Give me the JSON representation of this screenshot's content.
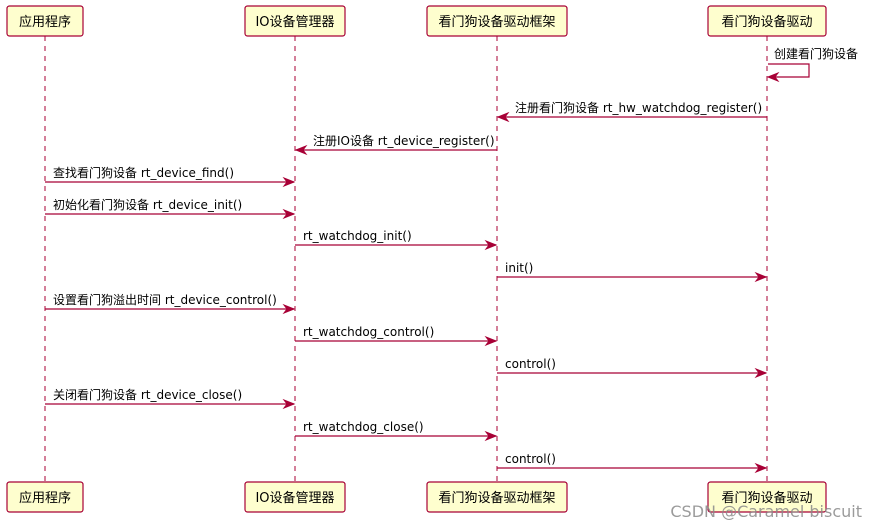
{
  "participants": [
    {
      "name": "应用程序"
    },
    {
      "name": "IO设备管理器"
    },
    {
      "name": "看门狗设备驱动框架"
    },
    {
      "name": "看门狗设备驱动"
    }
  ],
  "messages": [
    {
      "from": 3,
      "to": 3,
      "label": "创建看门狗设备"
    },
    {
      "from": 3,
      "to": 2,
      "label": "注册看门狗设备 rt_hw_watchdog_register()"
    },
    {
      "from": 2,
      "to": 1,
      "label": "注册IO设备 rt_device_register()"
    },
    {
      "from": 0,
      "to": 1,
      "label": "查找看门狗设备 rt_device_find()"
    },
    {
      "from": 0,
      "to": 1,
      "label": "初始化看门狗设备 rt_device_init()"
    },
    {
      "from": 1,
      "to": 2,
      "label": "rt_watchdog_init()"
    },
    {
      "from": 2,
      "to": 3,
      "label": "init()"
    },
    {
      "from": 0,
      "to": 1,
      "label": "设置看门狗溢出时间 rt_device_control()"
    },
    {
      "from": 1,
      "to": 2,
      "label": "rt_watchdog_control()"
    },
    {
      "from": 2,
      "to": 3,
      "label": "control()"
    },
    {
      "from": 0,
      "to": 1,
      "label": "关闭看门狗设备 rt_device_close()"
    },
    {
      "from": 1,
      "to": 2,
      "label": "rt_watchdog_close()"
    },
    {
      "from": 2,
      "to": 3,
      "label": "control()"
    }
  ],
  "colors": {
    "participant_fill": "#FEFECE",
    "participant_border": "#A80036",
    "arrow": "#A80036"
  },
  "watermark": "CSDN @Caramel biscuit"
}
